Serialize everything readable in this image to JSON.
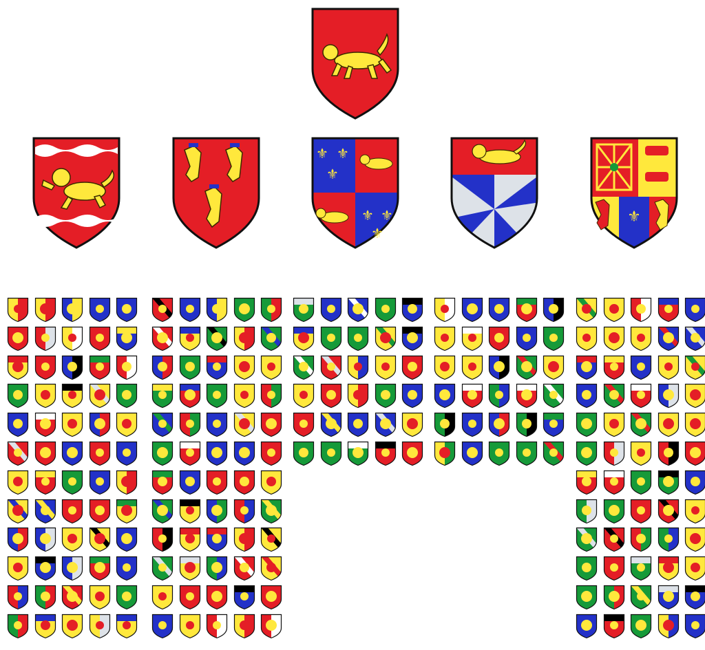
{
  "palette": {
    "red": "#e41e26",
    "gold": "#ffe83c",
    "blue": "#2331c8",
    "green": "#169a39",
    "white": "#ffffff",
    "black": "#000000",
    "silver": "#dde2e8"
  },
  "top_shield": {
    "icon": "leopard-passant-gold-on-red-shield-icon",
    "field": "#e41e26",
    "charge": "#ffe83c"
  },
  "shields_row": [
    {
      "icon": "leopard-between-wavy-bands-shield-icon"
    },
    {
      "icon": "three-lions-rampant-shield-icon"
    },
    {
      "icon": "quarterly-fleurs-de-lis-and-leopards-shield-icon"
    },
    {
      "icon": "leopard-chief-and-gyronny-shield-icon"
    },
    {
      "icon": "quarterly-navarre-cows-lion-fleurs-shield-icon"
    }
  ],
  "grid_groups": [
    {
      "id": 1,
      "cols": 5,
      "rows": 12
    },
    {
      "id": 2,
      "cols": 5,
      "rows": 12
    },
    {
      "id": 3,
      "cols": 5,
      "rows": 6
    },
    {
      "id": 4,
      "cols": 5,
      "rows": 6
    },
    {
      "id": 5,
      "cols": 5,
      "rows": 12
    }
  ]
}
